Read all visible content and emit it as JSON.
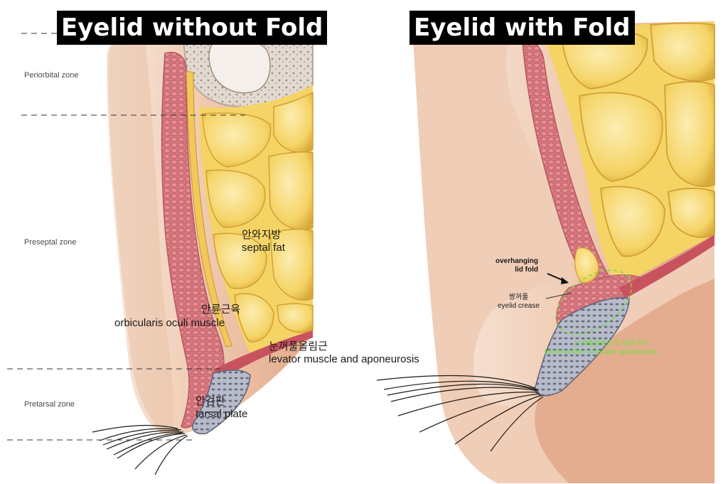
{
  "titles": {
    "left": "Eyelid without Fold",
    "right": "Eyelid with Fold"
  },
  "zones": {
    "periorbital": "Periorbital zone",
    "preseptal": "Preseptal zone",
    "pretarsal": "Pretarsal zone"
  },
  "left_labels": {
    "septal_fat_ko": "안와지방",
    "septal_fat_en": "septal fat",
    "orbicularis_ko": "안륜근육",
    "orbicularis_en": "orbicularis oculi muscle",
    "levator_ko": "눈꺼풀올림근",
    "levator_en": "levator muscle and aponeurosis",
    "tarsal_ko": "안검판",
    "tarsal_en": "tarsal plate"
  },
  "right_labels": {
    "overhanging_line1": "overhanging",
    "overhanging_line2": "lid fold",
    "crease_ko": "쌍꺼풀",
    "crease_en": "eyelid crease",
    "fiber_ko": "눈꺼풀올림근의 섬유가지",
    "fiber_en": "terminal fiber of levator aponeurosis"
  },
  "colors": {
    "skin_light": "#f3dccb",
    "skin_mid": "#e9b79a",
    "skin_shadow": "#c98866",
    "fat": "#f6d76a",
    "fat_light": "#fbe9a0",
    "fat_edge": "#d8a93a",
    "muscle": "#d9777e",
    "muscle_dark": "#b85661",
    "tarsal": "#8d93a8",
    "tarsal_light": "#c9ccd8",
    "bone": "#d8cfc6",
    "highlight_green": "#73e03a"
  }
}
